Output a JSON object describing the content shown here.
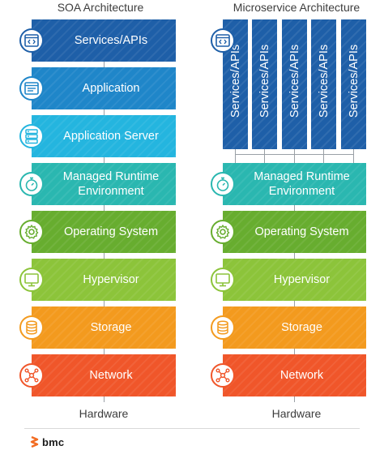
{
  "titles": {
    "soa": "SOA Architecture",
    "microservice": "Microservice Architecture"
  },
  "soa_layers": [
    {
      "label": "Services/APIs",
      "icon": "code-window-icon",
      "color": "#1e5fa8"
    },
    {
      "label": "Application",
      "icon": "app-window-icon",
      "color": "#1f86c9"
    },
    {
      "label": "Application Server",
      "icon": "server-stack-icon",
      "color": "#24b5df"
    },
    {
      "label": "Managed Runtime\nEnvironment",
      "icon": "stopwatch-icon",
      "color": "#2ab7b0"
    },
    {
      "label": "Operating System",
      "icon": "gear-icon",
      "color": "#67ad2f"
    },
    {
      "label": "Hypervisor",
      "icon": "monitor-icon",
      "color": "#8cc43a"
    },
    {
      "label": "Storage",
      "icon": "database-icon",
      "color": "#f39a1e"
    },
    {
      "label": "Network",
      "icon": "network-icon",
      "color": "#f0562a"
    }
  ],
  "micro_services": [
    "Services/APIs",
    "Services/APIs",
    "Services/APIs",
    "Services/APIs",
    "Services/APIs"
  ],
  "micro_services_icon": "code-window-icon",
  "micro_layers": [
    {
      "label": "Managed Runtime\nEnvironment",
      "icon": "stopwatch-icon",
      "color": "#2ab7b0"
    },
    {
      "label": "Operating System",
      "icon": "gear-icon",
      "color": "#67ad2f"
    },
    {
      "label": "Hypervisor",
      "icon": "monitor-icon",
      "color": "#8cc43a"
    },
    {
      "label": "Storage",
      "icon": "database-icon",
      "color": "#f39a1e"
    },
    {
      "label": "Network",
      "icon": "network-icon",
      "color": "#f0562a"
    }
  ],
  "hardware": {
    "soa": "Hardware",
    "microservice": "Hardware"
  },
  "brand": {
    "name": "bmc",
    "color": "#f26b21"
  }
}
